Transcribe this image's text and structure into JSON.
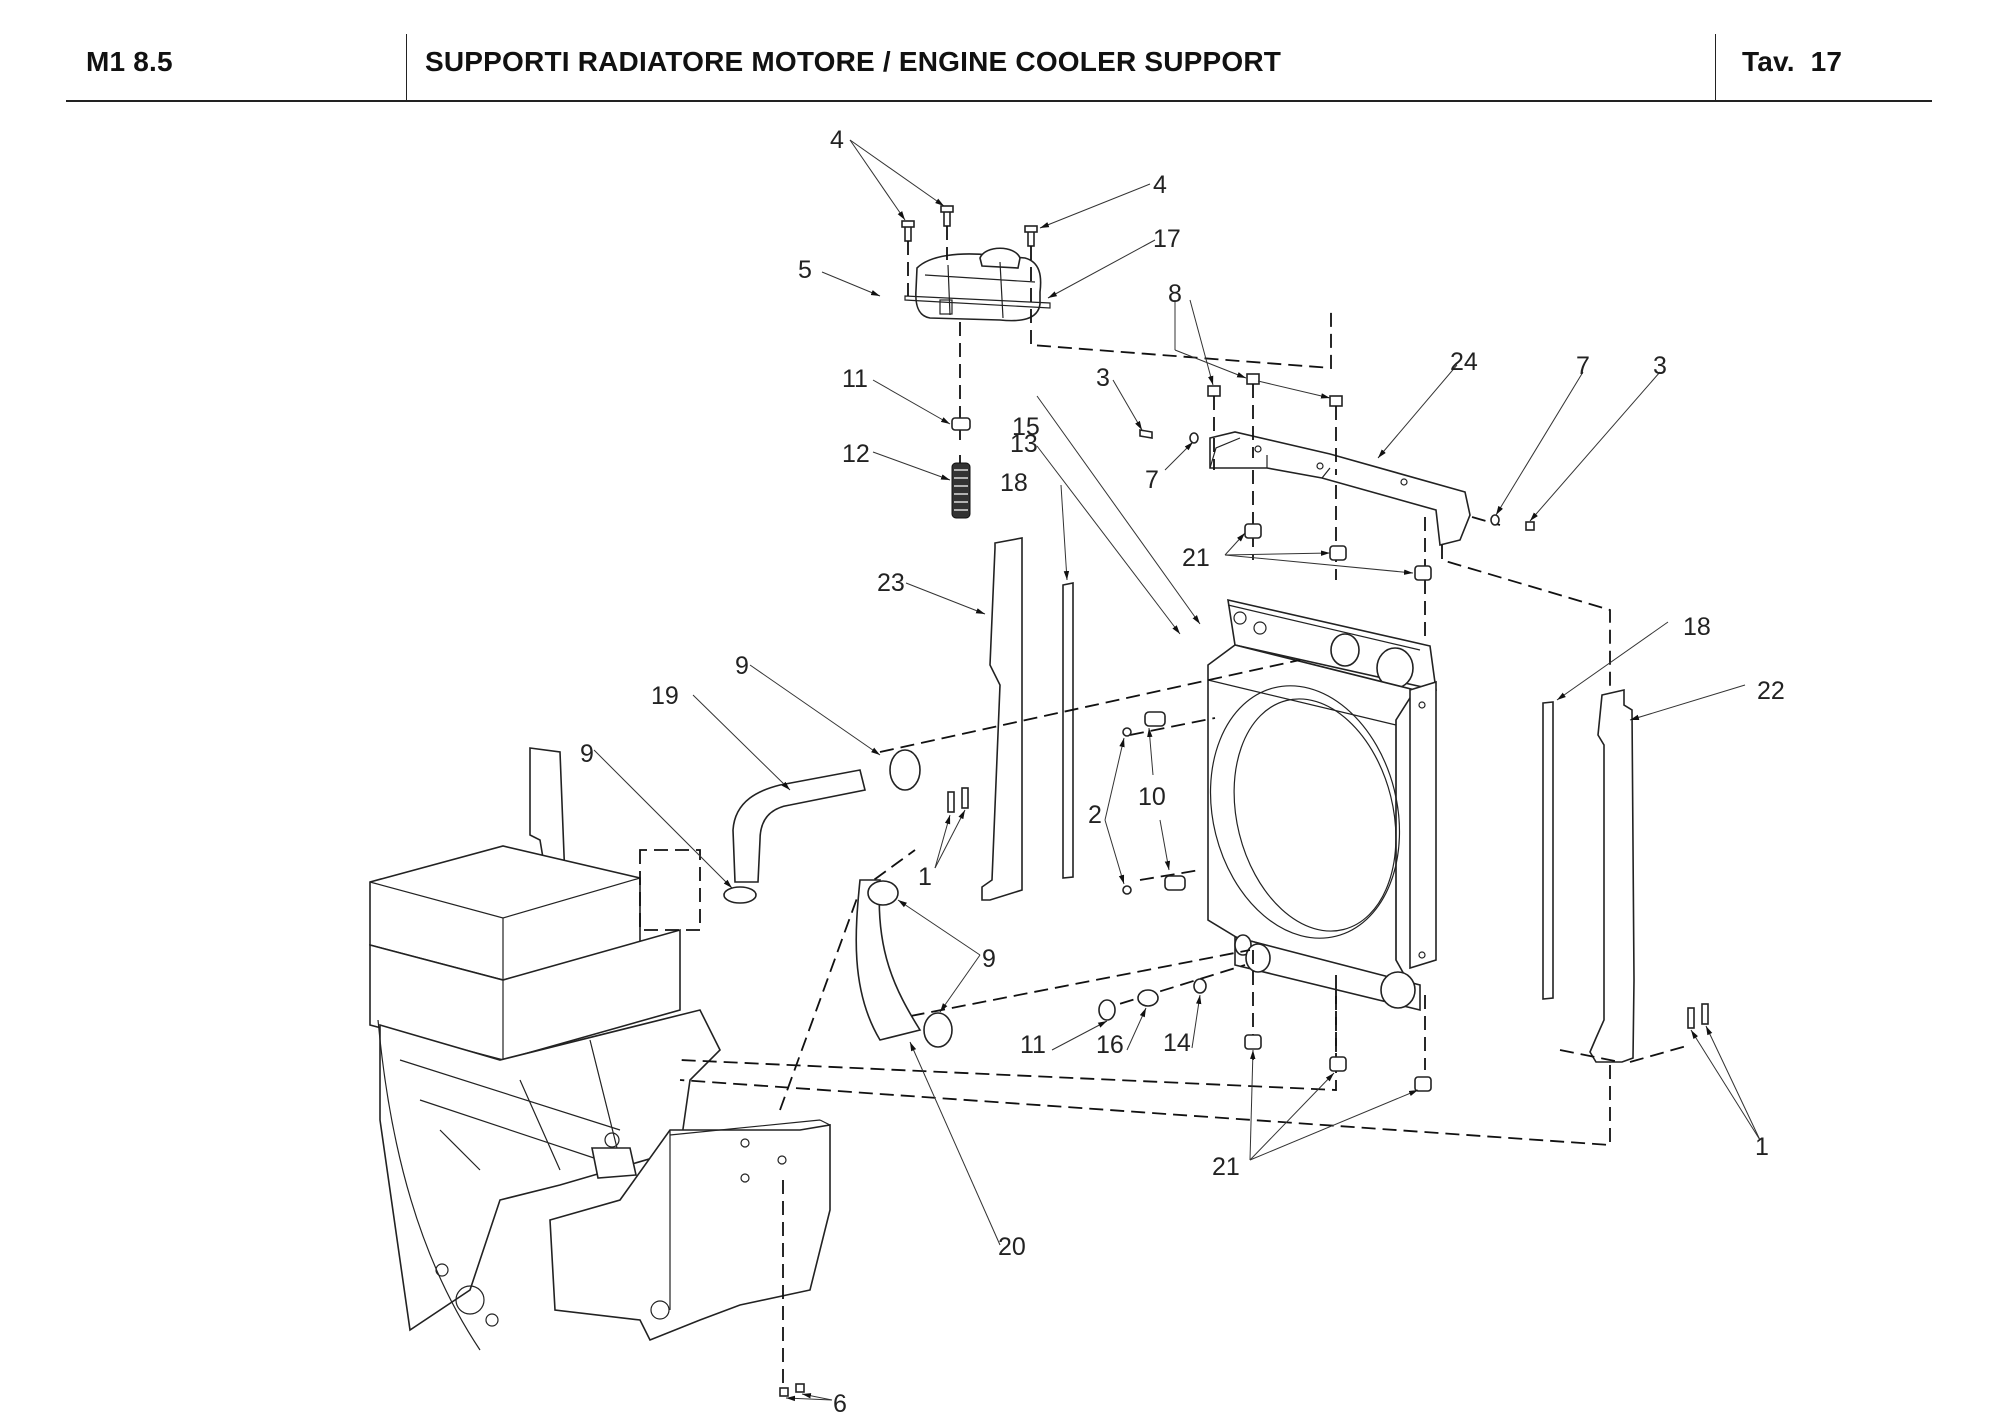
{
  "header": {
    "model": "M1 8.5",
    "title": "SUPPORTI RADIATORE MOTORE / ENGINE COOLER SUPPORT",
    "table_label": "Tav.  17"
  },
  "diagram": {
    "type": "exploded-parts-view",
    "callouts": [
      {
        "id": "c4a",
        "label": "4"
      },
      {
        "id": "c4b",
        "label": "4"
      },
      {
        "id": "c17",
        "label": "17"
      },
      {
        "id": "c5",
        "label": "5"
      },
      {
        "id": "c8",
        "label": "8"
      },
      {
        "id": "c3a",
        "label": "3"
      },
      {
        "id": "c7a",
        "label": "7"
      },
      {
        "id": "c24",
        "label": "24"
      },
      {
        "id": "c7b",
        "label": "7"
      },
      {
        "id": "c3b",
        "label": "3"
      },
      {
        "id": "c11a",
        "label": "11"
      },
      {
        "id": "c12",
        "label": "12"
      },
      {
        "id": "c15",
        "label": "15"
      },
      {
        "id": "c13",
        "label": "13"
      },
      {
        "id": "c18a",
        "label": "18"
      },
      {
        "id": "c21a",
        "label": "21"
      },
      {
        "id": "c23",
        "label": "23"
      },
      {
        "id": "c18b",
        "label": "18"
      },
      {
        "id": "c22",
        "label": "22"
      },
      {
        "id": "c9a",
        "label": "9"
      },
      {
        "id": "c19",
        "label": "19"
      },
      {
        "id": "c9b",
        "label": "9"
      },
      {
        "id": "c2",
        "label": "2"
      },
      {
        "id": "c10",
        "label": "10"
      },
      {
        "id": "c1a",
        "label": "1"
      },
      {
        "id": "c9c",
        "label": "9"
      },
      {
        "id": "c11b",
        "label": "11"
      },
      {
        "id": "c16",
        "label": "16"
      },
      {
        "id": "c14",
        "label": "14"
      },
      {
        "id": "c21b",
        "label": "21"
      },
      {
        "id": "c1b",
        "label": "1"
      },
      {
        "id": "c20",
        "label": "20"
      },
      {
        "id": "c6",
        "label": "6"
      }
    ]
  }
}
